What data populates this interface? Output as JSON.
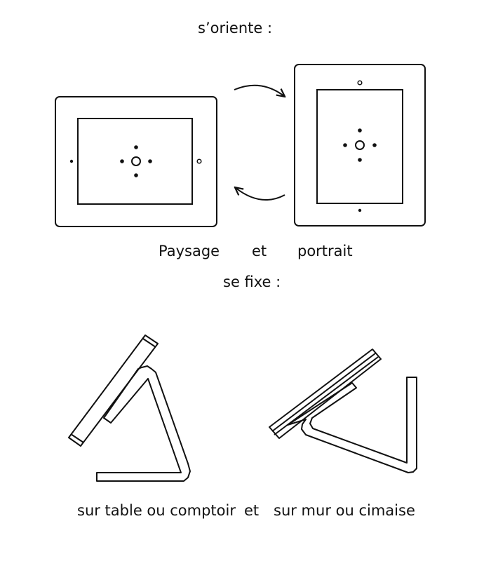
{
  "orientation": {
    "title": "s’oriente  :",
    "landscape_label": "Paysage",
    "conjunction": "et",
    "portrait_label": "portrait"
  },
  "mounting": {
    "title": "se fixe :",
    "table_label": "sur table ou comptoir",
    "conjunction": "et",
    "wall_label": "sur mur ou cimaise"
  },
  "colors": {
    "stroke": "#111111",
    "background": "#ffffff"
  }
}
